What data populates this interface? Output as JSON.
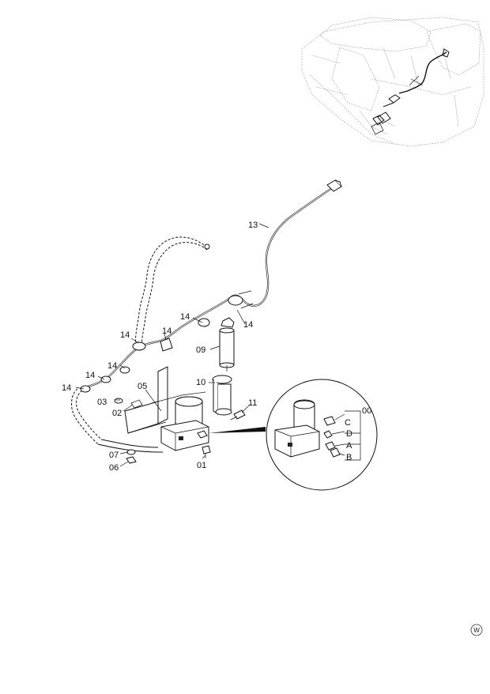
{
  "diagram": {
    "part_labels": {
      "p13": "13",
      "p14a": "14",
      "p14b": "14",
      "p14c": "14",
      "p14d": "14",
      "p14e": "14",
      "p14f": "14",
      "p09": "09",
      "p10": "10",
      "p11": "11",
      "p05": "05",
      "p03": "03",
      "p02": "02",
      "p01": "01",
      "p07": "07",
      "p06": "06"
    },
    "detail_labels": {
      "d00": "00",
      "dC": "C",
      "dD": "D",
      "dA": "A",
      "dB": "B"
    },
    "watermark": "W"
  }
}
